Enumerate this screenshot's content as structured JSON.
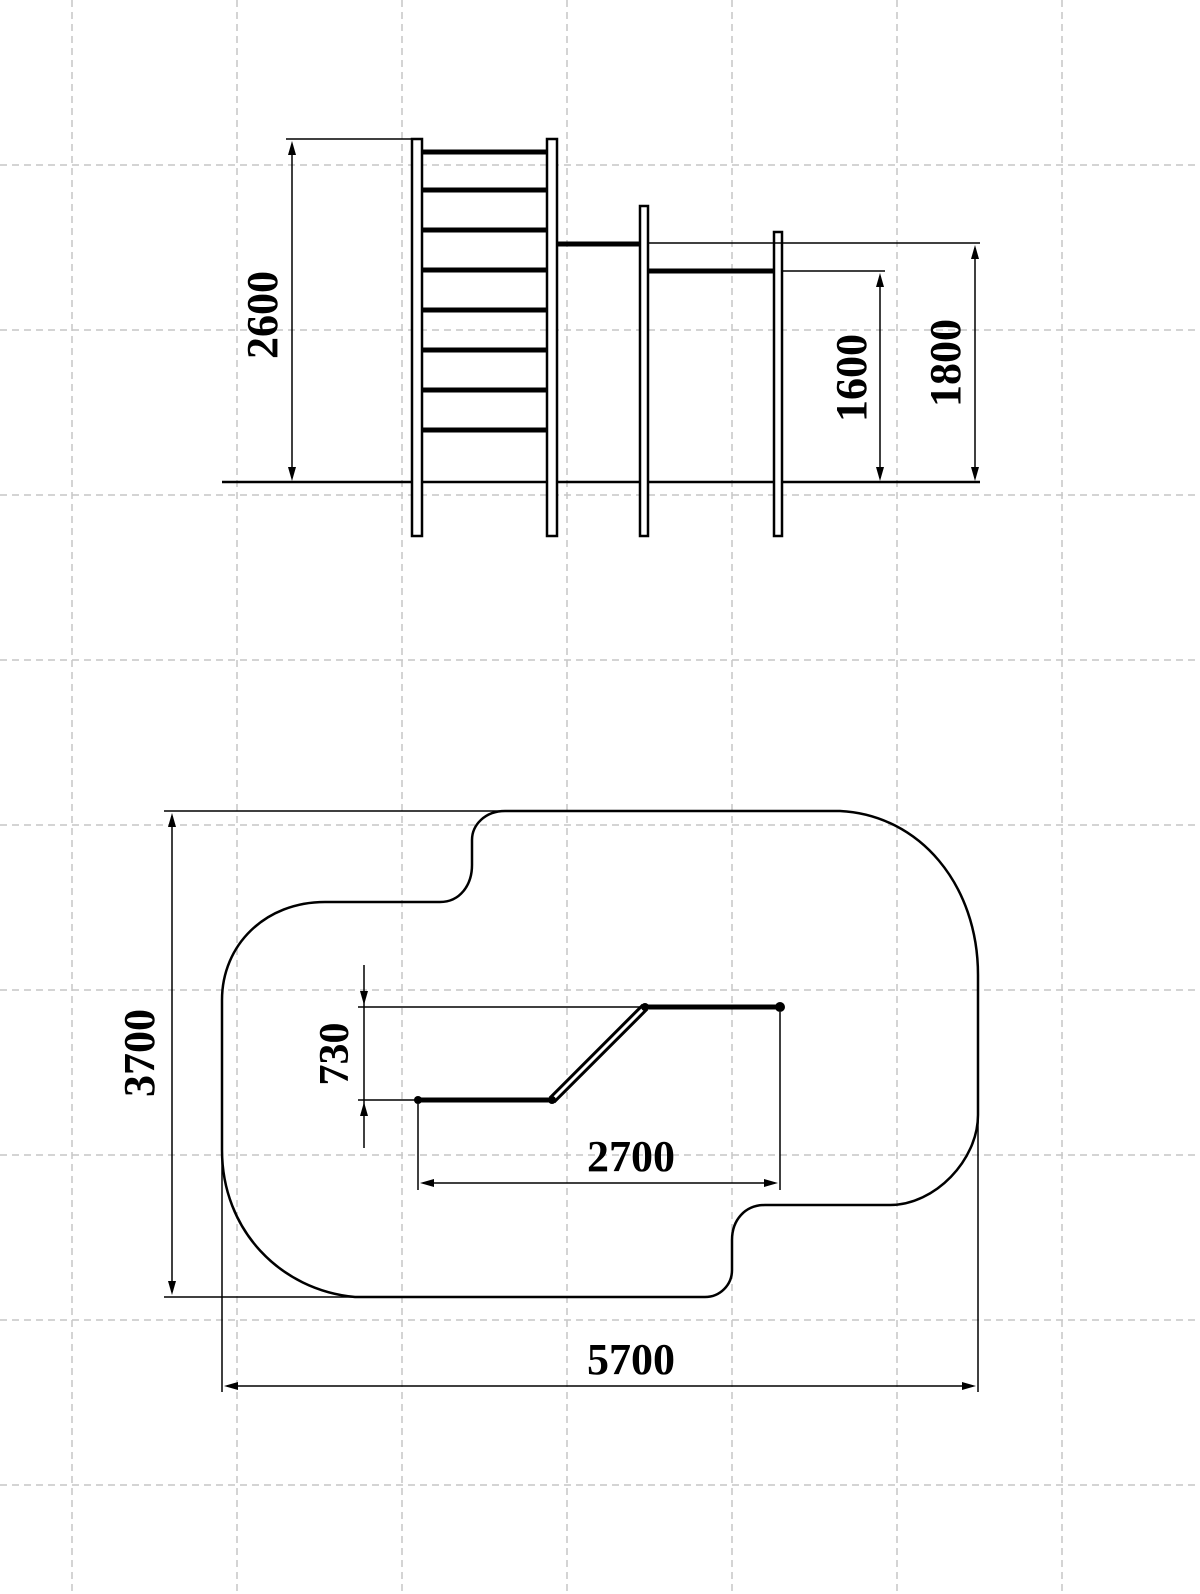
{
  "elevation_view": {
    "dimensions": {
      "ladder_height": "2600",
      "high_bar_height": "1800",
      "low_bar_height": "1600"
    },
    "ladder_rungs": 8
  },
  "plan_view": {
    "dimensions": {
      "overall_length": "5700",
      "overall_width": "3700",
      "structure_length": "2700",
      "structure_offset": "730"
    }
  }
}
